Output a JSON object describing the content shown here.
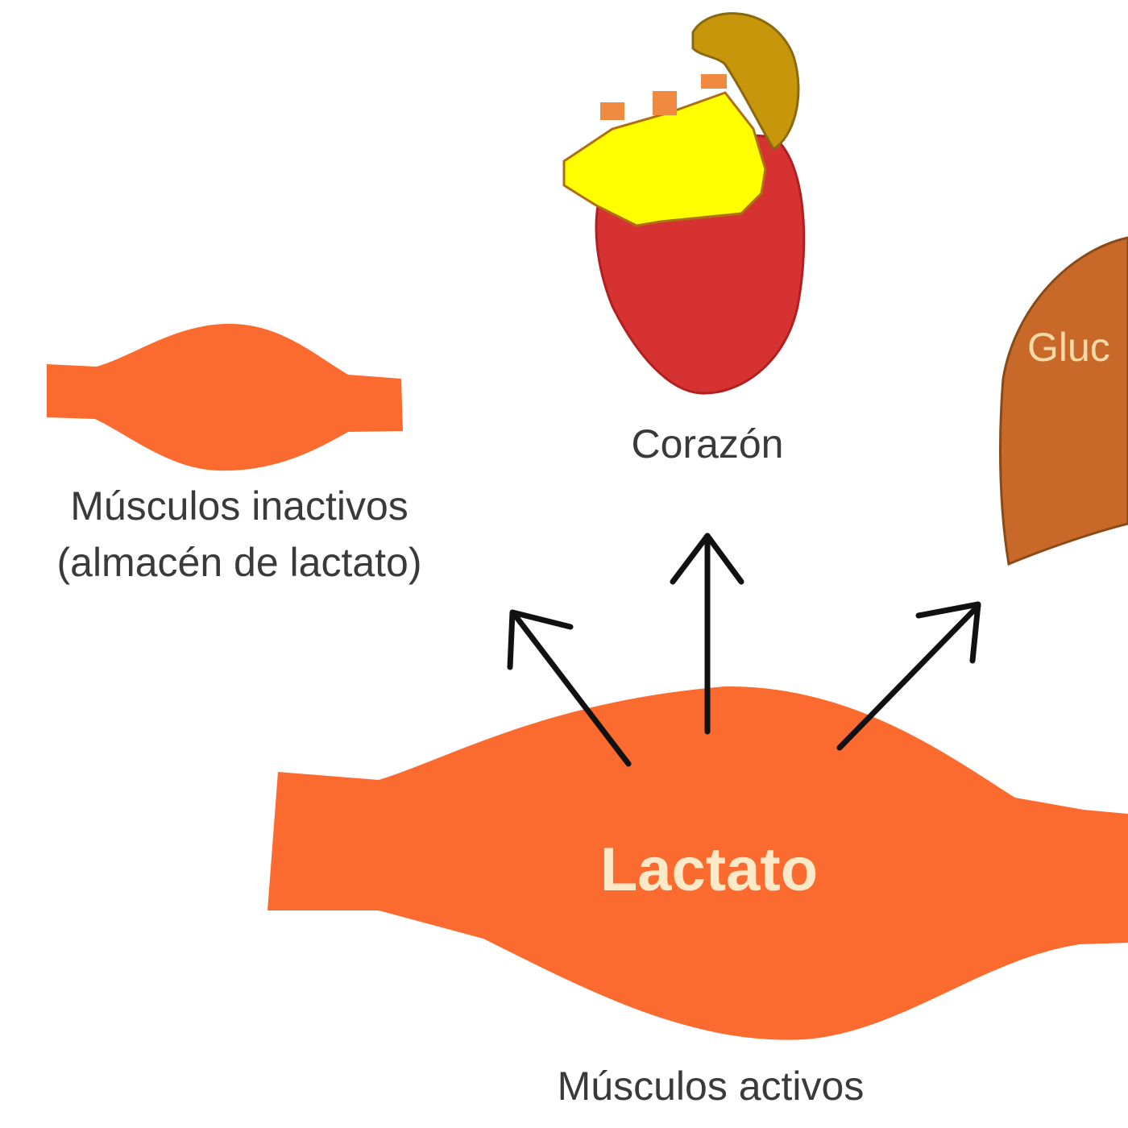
{
  "labels": {
    "inactive_muscle": "Músculos inactivos",
    "inactive_muscle_sub": "(almacén de lactato)",
    "heart": "Corazón",
    "liver_partial": "Gluc",
    "lactate": "Lactato",
    "active_muscle": "Músculos activos"
  },
  "colors": {
    "muscle": "#fb6a2e",
    "heart_red": "#d63232",
    "heart_yellow": "#ffff00",
    "aorta": "#c8960a",
    "liver": "#c8692a",
    "arrow": "#111111"
  }
}
